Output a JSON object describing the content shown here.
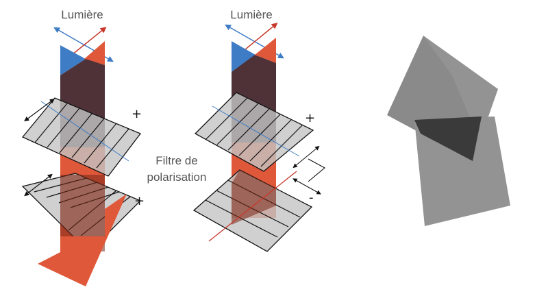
{
  "diagram": {
    "light_label_left": "Lumière",
    "light_label_right": "Lumière",
    "filter_label_line1": "Filtre de",
    "filter_label_line2": "polarisation",
    "sign_plus_1": "+",
    "sign_plus_2": "+",
    "sign_plus_3": "+",
    "sign_minus": "-"
  },
  "colors": {
    "red": "#e0583a",
    "blue": "#3f7cc6",
    "dark": "#4e3238",
    "filter_gray": "#c4c4c4"
  }
}
